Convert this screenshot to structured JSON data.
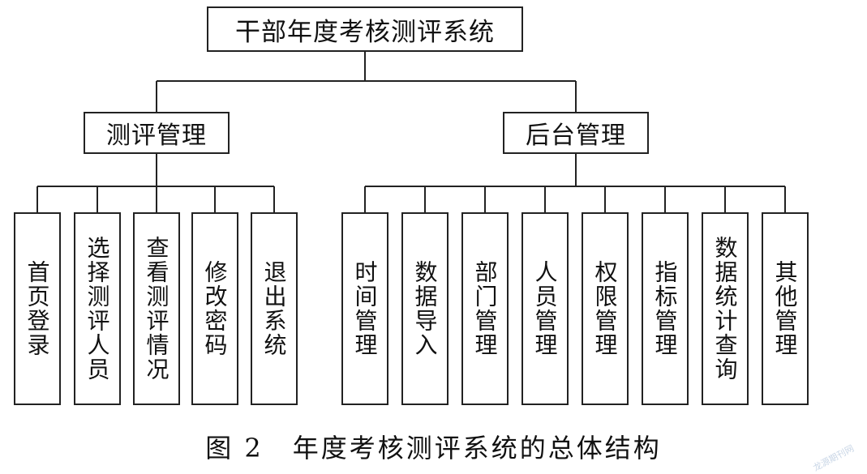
{
  "root": "干部年度考核测评系统",
  "branches": [
    {
      "label": "测评管理",
      "children": [
        "首页登录",
        "选择测评人员",
        "查看测评情况",
        "修改密码",
        "退出系统"
      ]
    },
    {
      "label": "后台管理",
      "children": [
        "时间管理",
        "数据导入",
        "部门管理",
        "人员管理",
        "权限管理",
        "指标管理",
        "数据统计查询",
        "其他管理"
      ]
    }
  ],
  "caption": {
    "figure": "图 2",
    "title": "年度考核测评系统的总体结构"
  },
  "watermark": "龙源期刊网"
}
